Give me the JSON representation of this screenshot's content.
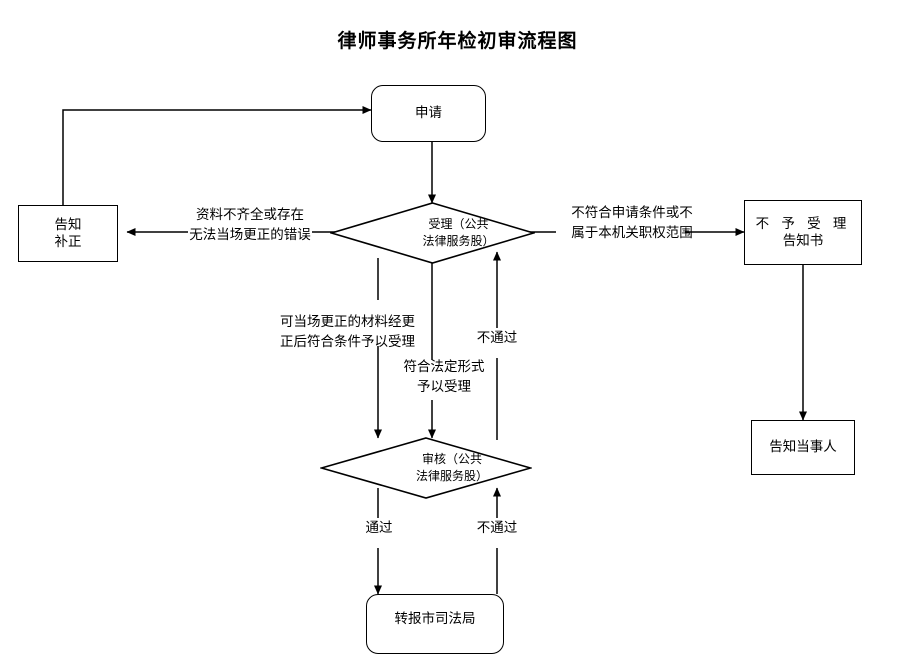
{
  "document": {
    "title": "律师事务所年检初审流程图"
  },
  "nodes": {
    "apply": {
      "label": "申请",
      "shape": "rounded-rect"
    },
    "accept_diamond": {
      "label": "受理（公共\n法律服务股）",
      "shape": "diamond"
    },
    "notify_correct": {
      "label": "告知\n补正",
      "shape": "rect"
    },
    "no_accept_notice": {
      "label_line1": "不 予 受 理",
      "label_line2": "告知书",
      "shape": "rect"
    },
    "notify_party": {
      "label": "告知当事人",
      "shape": "rect"
    },
    "review_diamond": {
      "label": "审核（公共\n法律服务股）",
      "shape": "diamond"
    },
    "forward_bureau": {
      "label": "转报市司法局",
      "shape": "rounded-rect"
    }
  },
  "edge_labels": {
    "incomplete_materials": "资料不齐全或存在\n无法当场更正的错误",
    "not_qualified": "不符合申请条件或不\n属于本机关职权范围",
    "correctable_onsite": "可当场更正的材料经更\n正后符合条件予以受理",
    "legal_form_accept": "符合法定形式\n予以受理",
    "review_fail_upper": "不通过",
    "review_pass": "通过",
    "review_fail_lower": "不通过"
  },
  "colors": {
    "stroke": "#000000",
    "background": "#ffffff",
    "text": "#000000"
  }
}
